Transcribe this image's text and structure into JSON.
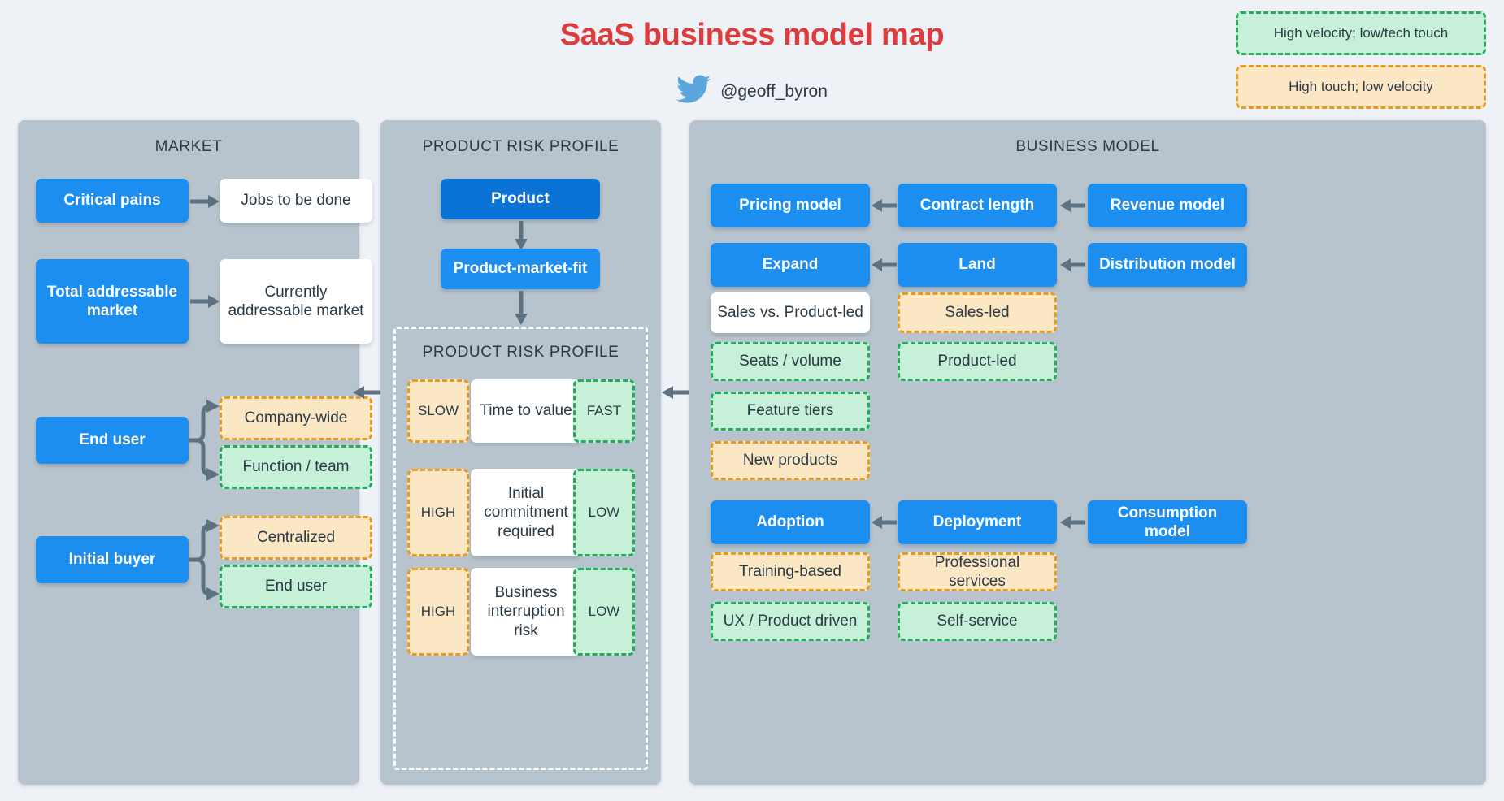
{
  "header": {
    "title": "SaaS business model map",
    "handle": "@geoff_byron",
    "twitter_icon": "twitter-bird-icon"
  },
  "legend": [
    {
      "label": "High velocity; low/tech touch",
      "style": "green-dashed",
      "color": "#22ac5c"
    },
    {
      "label": "High touch; low velocity",
      "style": "orange-dashed",
      "color": "#e79a22"
    }
  ],
  "colors": {
    "page_bg": "#eef1f6",
    "panel_bg": "#b8c4cd",
    "blue": "#1c8ef0",
    "blue_dark": "#0b72d6",
    "green_fill": "#c6f0d8",
    "green_border": "#22ac5c",
    "orange_fill": "#fbe7c4",
    "orange_border": "#e79a22",
    "title_red": "#dc3c3c",
    "arrow_gray": "#5d7180",
    "text": "#2b3a45"
  },
  "panels": {
    "market": {
      "title": "MARKET",
      "nodes": {
        "critical_pains": "Critical pains",
        "jobs_to_be_done": "Jobs to be done",
        "total_addressable_market": "Total addressable market",
        "currently_addressable_market": "Currently addressable market",
        "end_user": "End user",
        "company_wide": "Company-wide",
        "function_team": "Function / team",
        "initial_buyer": "Initial buyer",
        "centralized": "Centralized",
        "end_user_branch": "End user"
      }
    },
    "product_risk": {
      "title": "PRODUCT RISK PROFILE",
      "nodes": {
        "product": "Product",
        "product_market_fit": "Product-market-fit"
      },
      "group_title": "PRODUCT RISK PROFILE",
      "rows": [
        {
          "left": "SLOW",
          "center": "Time to value",
          "right": "FAST"
        },
        {
          "left": "HIGH",
          "center": "Initial commitment required",
          "right": "LOW"
        },
        {
          "left": "HIGH",
          "center": "Business interruption risk",
          "right": "LOW"
        }
      ]
    },
    "business_model": {
      "title": "BUSINESS MODEL",
      "row1": [
        {
          "label": "Pricing model",
          "style": "blue"
        },
        {
          "label": "Contract length",
          "style": "blue"
        },
        {
          "label": "Revenue model",
          "style": "blue"
        }
      ],
      "row2": [
        {
          "label": "Expand",
          "style": "blue"
        },
        {
          "label": "Land",
          "style": "blue"
        },
        {
          "label": "Distribution model",
          "style": "blue"
        }
      ],
      "col1_options": [
        {
          "label": "Sales vs. Product-led",
          "style": "white"
        },
        {
          "label": "Seats / volume",
          "style": "green"
        },
        {
          "label": "Feature tiers",
          "style": "green"
        },
        {
          "label": "New products",
          "style": "orange"
        }
      ],
      "col2_options": [
        {
          "label": "Sales-led",
          "style": "orange"
        },
        {
          "label": "Product-led",
          "style": "green"
        }
      ],
      "row3": [
        {
          "label": "Adoption",
          "style": "blue"
        },
        {
          "label": "Deployment",
          "style": "blue"
        },
        {
          "label": "Consumption model",
          "style": "blue"
        }
      ],
      "row3_col1_options": [
        {
          "label": "Training-based",
          "style": "orange"
        },
        {
          "label": "UX / Product driven",
          "style": "green"
        }
      ],
      "row3_col2_options": [
        {
          "label": "Professional services",
          "style": "orange"
        },
        {
          "label": "Self-service",
          "style": "green"
        }
      ]
    }
  }
}
